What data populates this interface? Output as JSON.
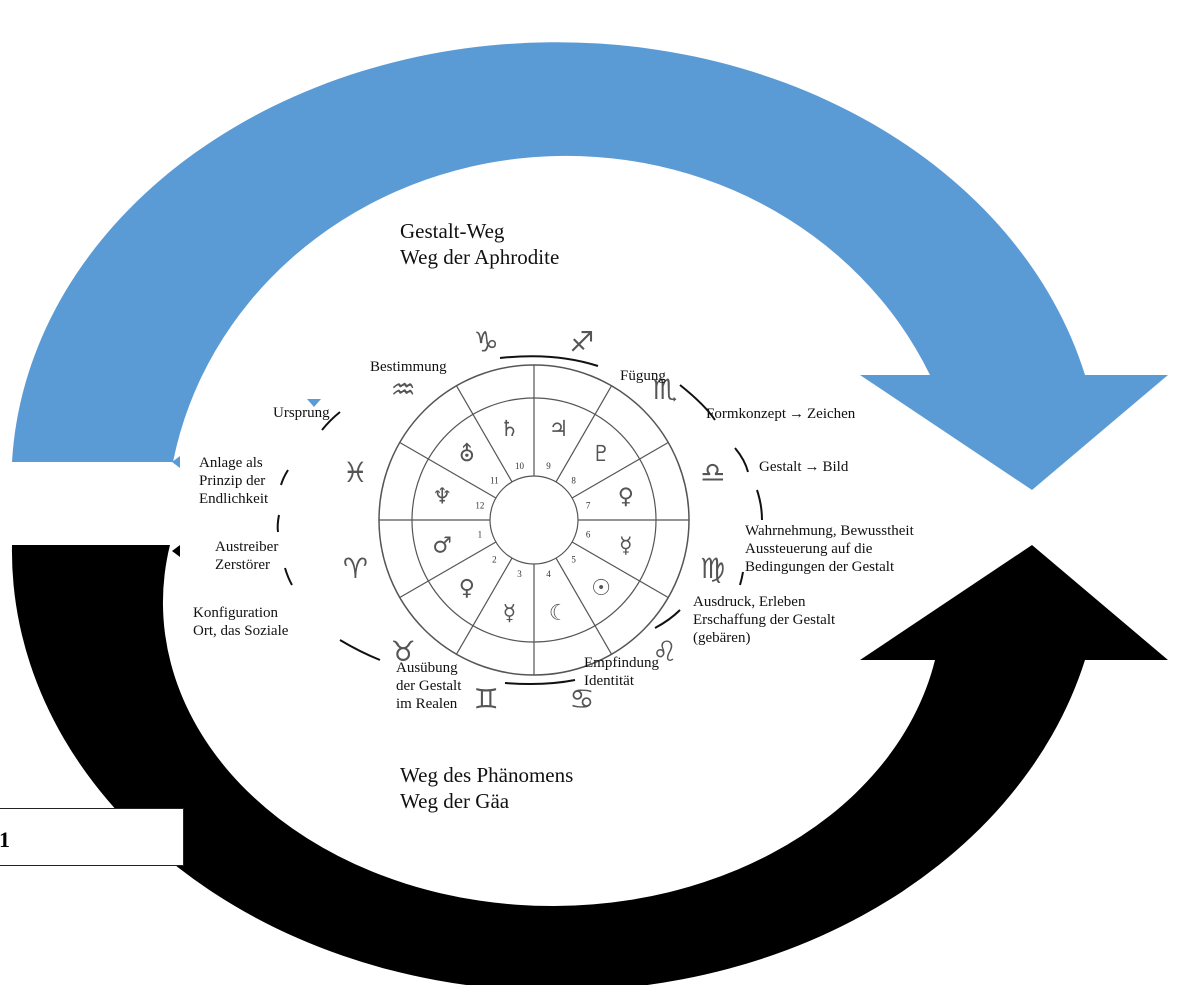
{
  "colors": {
    "upper_arrow": "#5b9bd5",
    "lower_arrow": "#000000",
    "wheel_line": "#555555"
  },
  "paths": {
    "upper_title": "Gestalt-Weg",
    "upper_subtitle": "Weg der Aphrodite",
    "lower_title": "Weg des Phänomens",
    "lower_subtitle": "Weg der Gäa"
  },
  "outer_labels": {
    "bestimmung": "Bestimmung",
    "fuegung": "Fügung",
    "ursprung": "Ursprung",
    "formkonzept": "Formkonzept",
    "zeichen": "Zeichen",
    "gestalt": "Gestalt",
    "bild": "Bild",
    "anlage_1": "Anlage als",
    "anlage_2": "Prinzip der",
    "anlage_3": "Endlichkeit",
    "wahrnehmung_1": "Wahrnehmung, Bewusstheit",
    "wahrnehmung_2": "Aussteuerung auf die",
    "wahrnehmung_3": "Bedingungen der Gestalt",
    "austreiber_1": "Austreiber",
    "austreiber_2": "Zerstörer",
    "konfiguration_1": "Konfiguration",
    "konfiguration_2": "Ort, das Soziale",
    "ausdruck_1": "Ausdruck, Erleben",
    "ausdruck_2": "Erschaffung der Gestalt",
    "ausdruck_3": "(gebären)",
    "empfindung_1": "Empfindung",
    "empfindung_2": "Identität",
    "ausuebung_1": "Ausübung",
    "ausuebung_2": "der Gestalt",
    "ausuebung_3": "im Realen"
  },
  "arrow_glyph": "→",
  "wheel": {
    "house_numbers": [
      "1",
      "2",
      "3",
      "4",
      "5",
      "6",
      "7",
      "8",
      "9",
      "10",
      "11",
      "12"
    ],
    "planet_glyphs": [
      "♂",
      "♀",
      "☿",
      "☾",
      "☉",
      "☿",
      "♀",
      "♇",
      "♃",
      "♄",
      "⛢",
      "♆"
    ],
    "zodiac_glyphs": [
      "♈",
      "♉",
      "♊",
      "♋",
      "♌",
      "♍",
      "♎",
      "♏",
      "♐",
      "♑",
      "♒",
      "♓"
    ],
    "icon_names": [
      "aries-icon",
      "taurus-icon",
      "gemini-icon",
      "cancer-icon",
      "leo-icon",
      "virgo-icon",
      "libra-icon",
      "scorpio-icon",
      "sagittarius-icon",
      "capricorn-icon",
      "aquarius-icon",
      "pisces-icon"
    ]
  },
  "figure_label": "1"
}
